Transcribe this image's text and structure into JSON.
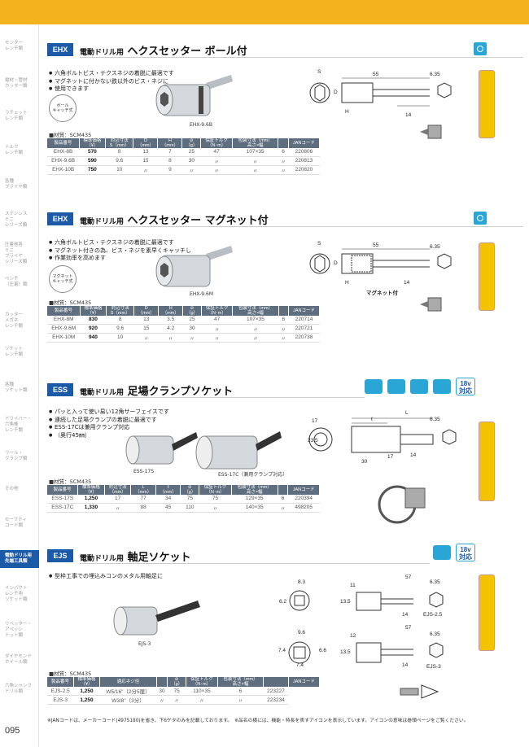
{
  "sidebar": {
    "items": [
      {
        "label": "センター\nレンチ類"
      },
      {
        "label": "電材・管材\nカッター類"
      },
      {
        "label": "ラチェット\nレンチ類"
      },
      {
        "label": "トルク\nレンチ類"
      },
      {
        "label": "各種\nプライヤ類"
      },
      {
        "label": "ステンレス\nミニ\nシリーズ類"
      },
      {
        "label": "圧着他各\nミニ\nプライヤ\nシリーズ類"
      },
      {
        "label": "ペンチ\n（圧着）類"
      },
      {
        "label": "カッター\nメガネ\nレンチ類"
      },
      {
        "label": "ソケット\nレンチ類"
      },
      {
        "label": "各種\nソケット類"
      },
      {
        "label": "ドライバー・\n六角棒\nレンチ類"
      },
      {
        "label": "ツール・\nクランプ類"
      },
      {
        "label": "その他"
      },
      {
        "label": "セーフティ\nコード類"
      },
      {
        "label": "電動ドリル用\n先端工具類"
      },
      {
        "label": "インパクト\nレンチ用\nソケット類"
      },
      {
        "label": "リベッター・\nアペッシ\nナット類"
      },
      {
        "label": "ダイヤモンド\nホイール類"
      },
      {
        "label": "六角シャンク\nドリル類"
      }
    ],
    "page_number": "095"
  },
  "sections": [
    {
      "code": "EHX",
      "title_small": "電動ドリル用",
      "title_big": "ヘクスセッター ボール付",
      "bullets": [
        "六角ボルトビス・テクスネジの着脱に最適です",
        "マグネットに付かない鉄以外のビス・ネジに",
        "使用できます"
      ],
      "badge": "ボール\nキャッチ式",
      "photo_label": "EHX-9.6B",
      "material": "■材質：SCM435",
      "headers": [
        "製品番号",
        "標準価格\n（¥）",
        "対辺寸法\nS（mm）",
        "D\n（mm）",
        "H\n（mm）",
        "⊘\n（g）",
        "保証トルク\n（N･m）",
        "包装寸法（mm）\n高さ×幅",
        "",
        "JANコード"
      ],
      "rows": [
        [
          "EHX-8B",
          "570",
          "8",
          "13",
          "7",
          "25",
          "47",
          "107×35",
          "6",
          "220806"
        ],
        [
          "EHX-9.6B",
          "590",
          "9.6",
          "15",
          "8",
          "30",
          "〃",
          "〃",
          "〃",
          "220813"
        ],
        [
          "EHX-10B",
          "750",
          "10",
          "〃",
          "9",
          "〃",
          "〃",
          "〃",
          "〃",
          "220820"
        ]
      ],
      "dims": {
        "s": "S",
        "d": "D",
        "h": "H",
        "len": "55",
        "hex": "6.35",
        "tail": "14"
      }
    },
    {
      "code": "EHX",
      "title_small": "電動ドリル用",
      "title_big": "ヘクスセッター マグネット付",
      "bullets": [
        "六角ボルトビス・テクスネジの着脱に最適です",
        "マグネット付きの為、ビス・ネジを素早くキャッチし",
        "作業効率を高めます"
      ],
      "badge": "マグネット\nキャッチ式",
      "photo_label": "EHX-9.6M",
      "material": "■材質：SCM435",
      "headers": [
        "製品番号",
        "標準価格\n（¥）",
        "対辺寸法\nS（mm）",
        "D\n（mm）",
        "H\n（mm）",
        "⊘\n（g）",
        "保証トルク\n（N･m）",
        "包装寸法（mm）\n高さ×幅",
        "",
        "JANコード"
      ],
      "rows": [
        [
          "EHX-8M",
          "830",
          "8",
          "13",
          "3.5",
          "25",
          "47",
          "107×35",
          "6",
          "220714"
        ],
        [
          "EHX-9.6M",
          "920",
          "9.6",
          "15",
          "4.2",
          "30",
          "〃",
          "〃",
          "〃",
          "220721"
        ],
        [
          "EHX-10M",
          "940",
          "10",
          "〃",
          "〃",
          "〃",
          "〃",
          "〃",
          "〃",
          "220738"
        ]
      ],
      "dims": {
        "s": "S",
        "d": "D",
        "h": "H",
        "len": "55",
        "hex": "6.35",
        "tail": "14",
        "magnet": "マグネット付"
      }
    },
    {
      "code": "ESS",
      "title_small": "電動ドリル用",
      "title_big": "足場クランプソケット",
      "bullets": [
        "パッと入って使い易い12角サーフェイスです",
        "連続した足場クランプの着脱に最適です",
        "ESS-17Cは兼用クランプ対応",
        "（奥行45㎜）"
      ],
      "photo_labels": [
        "ESS-17S",
        "ESS-17C（兼用クランプ対応）"
      ],
      "material": "■材質：SCM435",
      "headers": [
        "製品番号",
        "標準価格\n（¥）",
        "対辺寸法\n（mm）",
        "L\n（mm）",
        "ℓ\n（mm）",
        "⊘\n（g）",
        "保証トルク\n（N･m）",
        "包装寸法（mm）\n高さ×幅",
        "",
        "JANコード"
      ],
      "rows": [
        [
          "ESS-17S",
          "1,250",
          "17",
          "77",
          "34",
          "75",
          "75",
          "129×35",
          "6",
          "220394"
        ],
        [
          "ESS-17C",
          "1,330",
          "〃",
          "88",
          "45",
          "110",
          "〃",
          "140×35",
          "〃",
          "498205"
        ]
      ],
      "dims": {
        "a": "17",
        "b": "23.5",
        "c": "30",
        "d": "17",
        "e": "14",
        "l": "L",
        "ll": "ℓ",
        "hex": "6.35"
      },
      "v18": "18v\n対応"
    },
    {
      "code": "EJS",
      "title_small": "電動ドリル用",
      "title_big": "軸足ソケット",
      "bullets": [
        "型枠工事での埋込みコンのメタル用軸足に"
      ],
      "photo_label": "EJS-3",
      "material": "■材質：SCM435",
      "headers": [
        "製品番号",
        "標準価格\n（¥）",
        "適応ネジ径",
        "",
        "⊘\n（g）",
        "保証トルク\n（N･m）",
        "包装寸法（mm）\n高さ×幅",
        "",
        "JANコード"
      ],
      "rows": [
        [
          "EJS-2.5",
          "1,250",
          "W5/16\"（2分5厘）",
          "30",
          "75",
          "110×35",
          "6",
          "223227"
        ],
        [
          "EJS-3",
          "1,250",
          "W3/8\"（3分）",
          "〃",
          "〃",
          "〃",
          "〃",
          "223234"
        ]
      ],
      "dims": {
        "a": "8.3",
        "b": "6.2",
        "c": "11",
        "d": "13.5",
        "e": "57",
        "f": "14",
        "g": "6.35",
        "h": "EJS-2.5",
        "i": "9.6",
        "j": "7.4",
        "k": "6.6",
        "l": "12",
        "m": "13.5",
        "n": "57",
        "o": "14",
        "p": "6.35",
        "q": "EJS-3",
        "r": "7.4"
      },
      "v18": "18v\n対応"
    }
  ],
  "footnote": "※JANコードは、メーカーコード(4975180)を省き、下6ケタのみを記載しております。　※品名の横には、機能・特長を表すアイコンを表示しています。アイコンの意味は巻頭ページをご覧ください。",
  "colors": {
    "accent": "#f5b21f",
    "brand": "#1b5aa6",
    "icon": "#29a5d6",
    "table_head": "#5f6e7f"
  }
}
